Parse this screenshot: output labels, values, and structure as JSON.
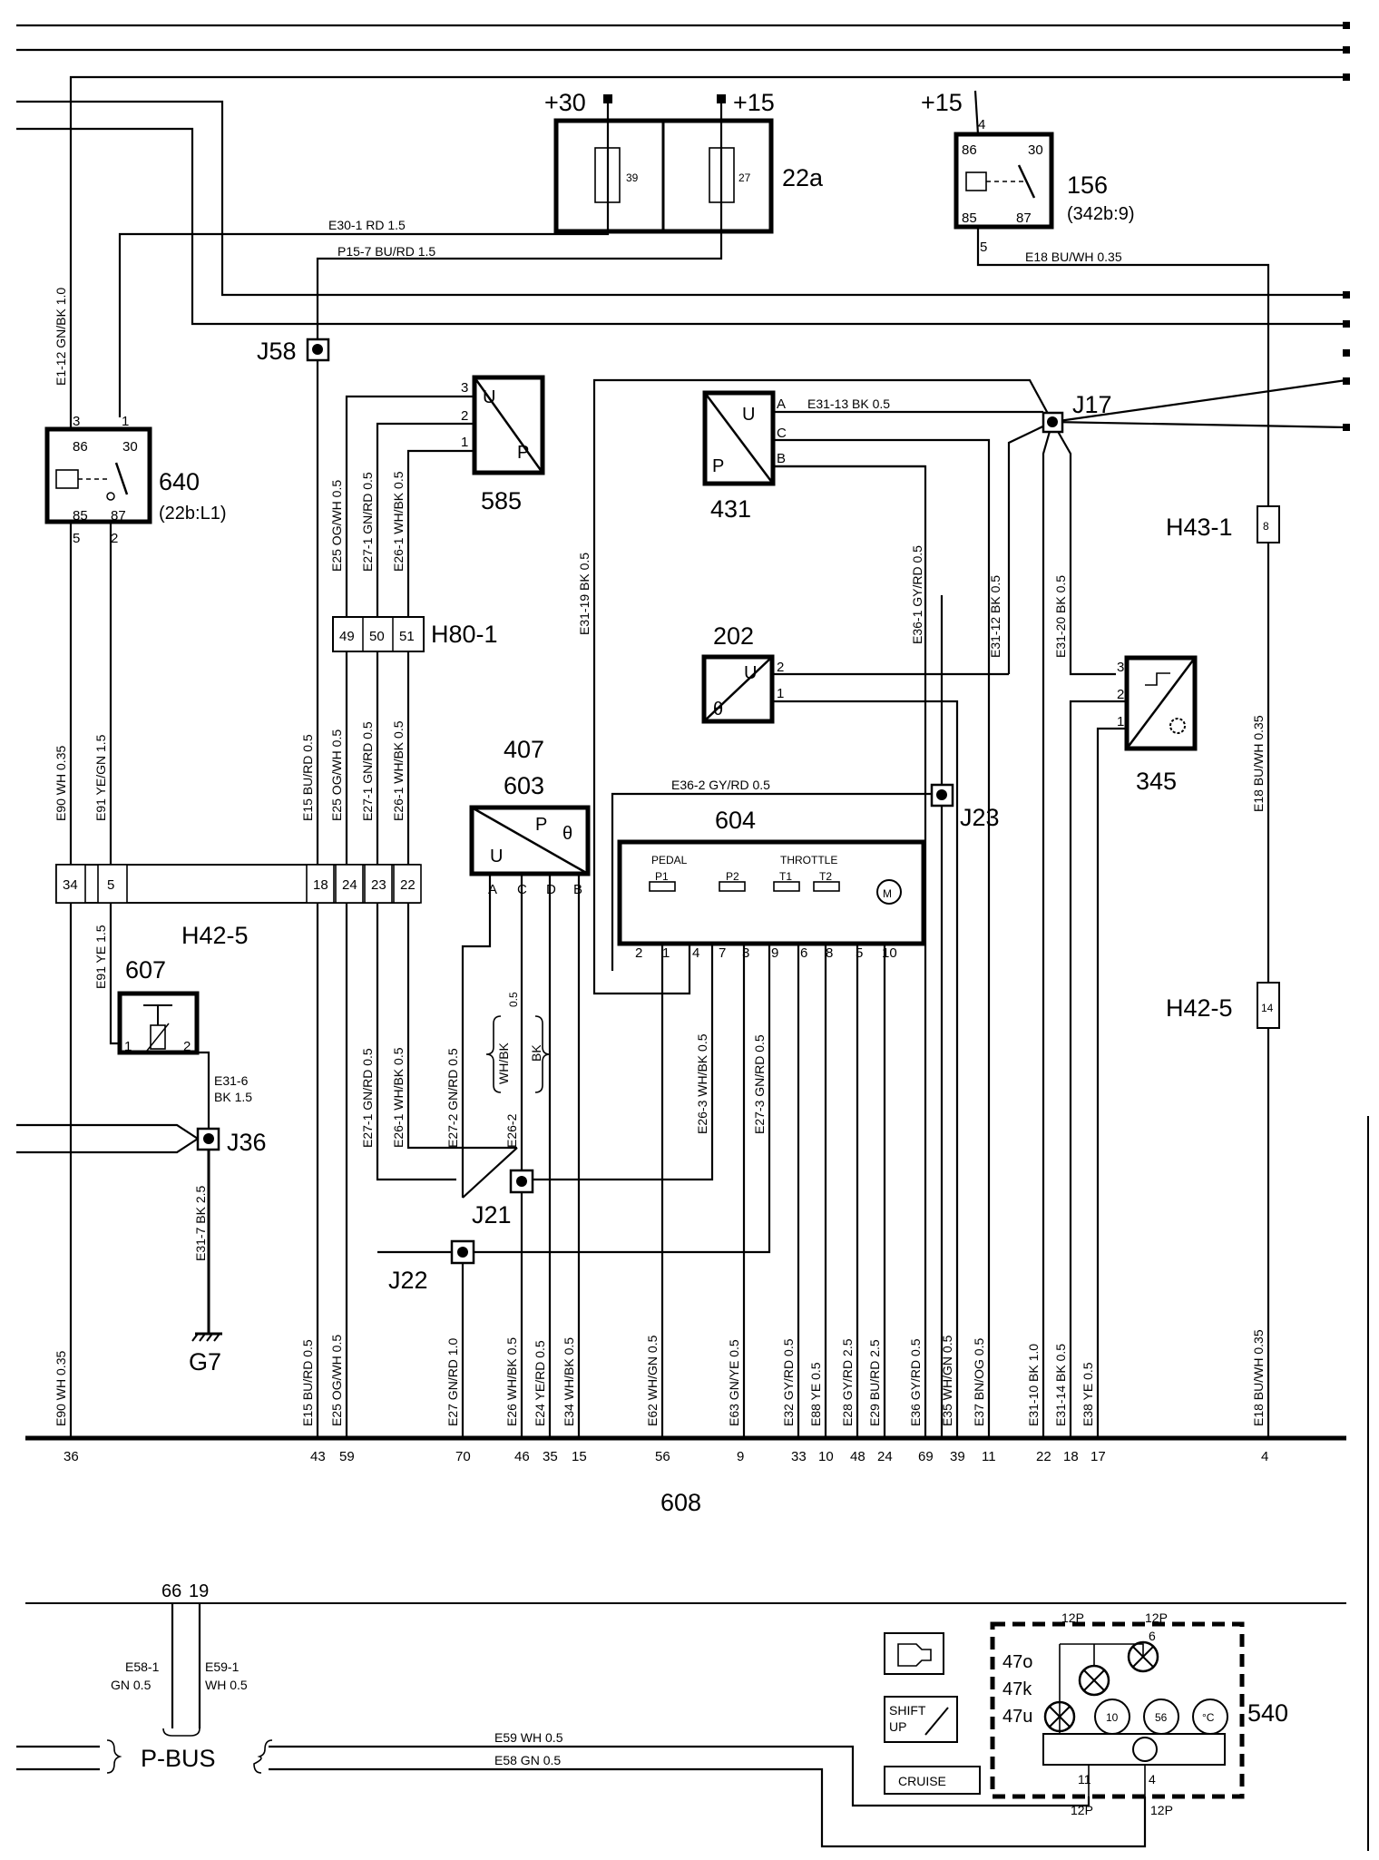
{
  "components": {
    "c22a": "22a",
    "c156": "156",
    "c156_ref": "(342b:9)",
    "c640": "640",
    "c640_ref": "(22b:L1)",
    "c585": "585",
    "c431": "431",
    "c202": "202",
    "c345": "345",
    "c407": "407",
    "c603": "603",
    "c604": "604",
    "c607": "607",
    "c608": "608",
    "c540": "540",
    "g7": "G7",
    "pbus": "P-BUS"
  },
  "supply": {
    "plus30": "+30",
    "plus15a": "+15",
    "plus15b": "+15"
  },
  "fuses": {
    "f39": "39",
    "f27": "27"
  },
  "junctions": {
    "j58": "J58",
    "j17": "J17",
    "j23": "J23",
    "j36": "J36",
    "j21": "J21",
    "j22": "J22",
    "h43_1": "H43-1",
    "h43_pin": "8",
    "h42_5": "H42-5",
    "h42_5b": "H42-5",
    "h42_5b_pin": "14",
    "h80_1": "H80-1"
  },
  "connector_h80": [
    "49",
    "50",
    "51"
  ],
  "connector_h42": [
    "34",
    "5",
    "18",
    "24",
    "23",
    "22"
  ],
  "sensor_letters": {
    "u": "U",
    "p": "P",
    "theta": "θ"
  },
  "relay_pins": {
    "p86": "86",
    "p30": "30",
    "p85": "85",
    "p87": "87",
    "pin3": "3",
    "pin1": "1",
    "pin5": "5",
    "pin2": "2",
    "pin4": "4"
  },
  "pins_585": [
    "3",
    "2",
    "1"
  ],
  "pins_431": [
    "A",
    "C",
    "B"
  ],
  "pins_202": [
    "2",
    "1"
  ],
  "pins_345": [
    "3",
    "2",
    "1"
  ],
  "pins_603": [
    "A",
    "C",
    "D",
    "B"
  ],
  "pins_604": [
    "2",
    "1",
    "4",
    "7",
    "3",
    "9",
    "6",
    "8",
    "5",
    "10"
  ],
  "pins_607": [
    "1",
    "2"
  ],
  "block_604": {
    "pedal": "PEDAL",
    "throttle": "THROTTLE",
    "p1": "P1",
    "p2": "P2",
    "t1": "T1",
    "t2": "T2",
    "motor": "M"
  },
  "wires_top": {
    "e30": "E30-1   RD   1.5",
    "p15": "P15-7   BU/RD   1.5",
    "e18": "E18   BU/WH   0.35",
    "e31_13": "E31-13   BK   0.5",
    "e36_2": "E36-2   GY/RD   0.5",
    "e31_6a": "E31-6",
    "e31_6b": "BK  1.5"
  },
  "wire_labels_vertical": [
    "E1-12  GN/BK  1.0",
    "E25  OG/WH  0.5",
    "E27-1  GN/RD  0.5",
    "E26-1  WH/BK  0.5",
    "E31-19  BK  0.5",
    "E36-1  GY/RD  0.5",
    "E31-12  BK  0.5",
    "E31-20  BK  0.5",
    "E90  WH  0.35",
    "E91  YE/GN  1.5",
    "E15  BU/RD  0.5",
    "E25  OG/WH  0.5",
    "E27-1  GN/RD  0.5",
    "E26-1  WH/BK  0.5",
    "E18  BU/WH  0.35",
    "E91  YE  1.5",
    "E31-7  BK  2.5",
    "E27-1  GN/RD  0.5",
    "E26-1  WH/BK  0.5",
    "E27-2  GN/RD  0.5",
    "E26-2",
    "WH/BK",
    "BK",
    "0.5",
    "E26-3  WH/BK  0.5",
    "E27-3  GN/RD  0.5"
  ],
  "ecu_wires": [
    {
      "label": "E90  WH  0.35",
      "pin": "36"
    },
    {
      "label": "E15  BU/RD  0.5",
      "pin": "43"
    },
    {
      "label": "E25  OG/WH  0.5",
      "pin": "59"
    },
    {
      "label": "E27  GN/RD  1.0",
      "pin": "70"
    },
    {
      "label": "E26  WH/BK  0.5",
      "pin": "46"
    },
    {
      "label": "E24  YE/RD  0.5",
      "pin": "35"
    },
    {
      "label": "E34  WH/BK  0.5",
      "pin": "15"
    },
    {
      "label": "E62  WH/GN  0.5",
      "pin": "56"
    },
    {
      "label": "E63  GN/YE  0.5",
      "pin": "9"
    },
    {
      "label": "E32  GY/RD  0.5",
      "pin": "33"
    },
    {
      "label": "E88  YE  0.5",
      "pin": "10"
    },
    {
      "label": "E28  GY/RD  2.5",
      "pin": "48"
    },
    {
      "label": "E29  BU/RD  2.5",
      "pin": "24"
    },
    {
      "label": "E36  GY/RD  0.5",
      "pin": "69"
    },
    {
      "label": "E35  WH/GN  0.5",
      "pin": "39"
    },
    {
      "label": "E37  BN/OG  0.5",
      "pin": "11"
    },
    {
      "label": "E31-10  BK  1.0",
      "pin": "22"
    },
    {
      "label": "E31-14  BK  0.5",
      "pin": "18"
    },
    {
      "label": "E38  YE  0.5",
      "pin": "17"
    },
    {
      "label": "E18  BU/WH  0.35",
      "pin": "4"
    }
  ],
  "bottom": {
    "pin66": "66",
    "pin19": "19",
    "e58_1": "E58-1",
    "e58_1b": "GN  0.5",
    "e59_1": "E59-1",
    "e59_1b": "WH  0.5",
    "e59": "E59   WH   0.5",
    "e58": "E58   GN   0.5",
    "shift_up_1": "SHIFT",
    "shift_up_2": "UP",
    "cruise": "CRUISE",
    "lamp_47o": "47o",
    "lamp_47k": "47k",
    "lamp_47u": "47u",
    "p12a": "12P",
    "p12b": "12P",
    "p12c": "12P",
    "p12d": "12P",
    "pin6": "6",
    "pin11": "11",
    "pin4": "4",
    "g10": "10",
    "g56": "56",
    "gtc": "°C"
  }
}
